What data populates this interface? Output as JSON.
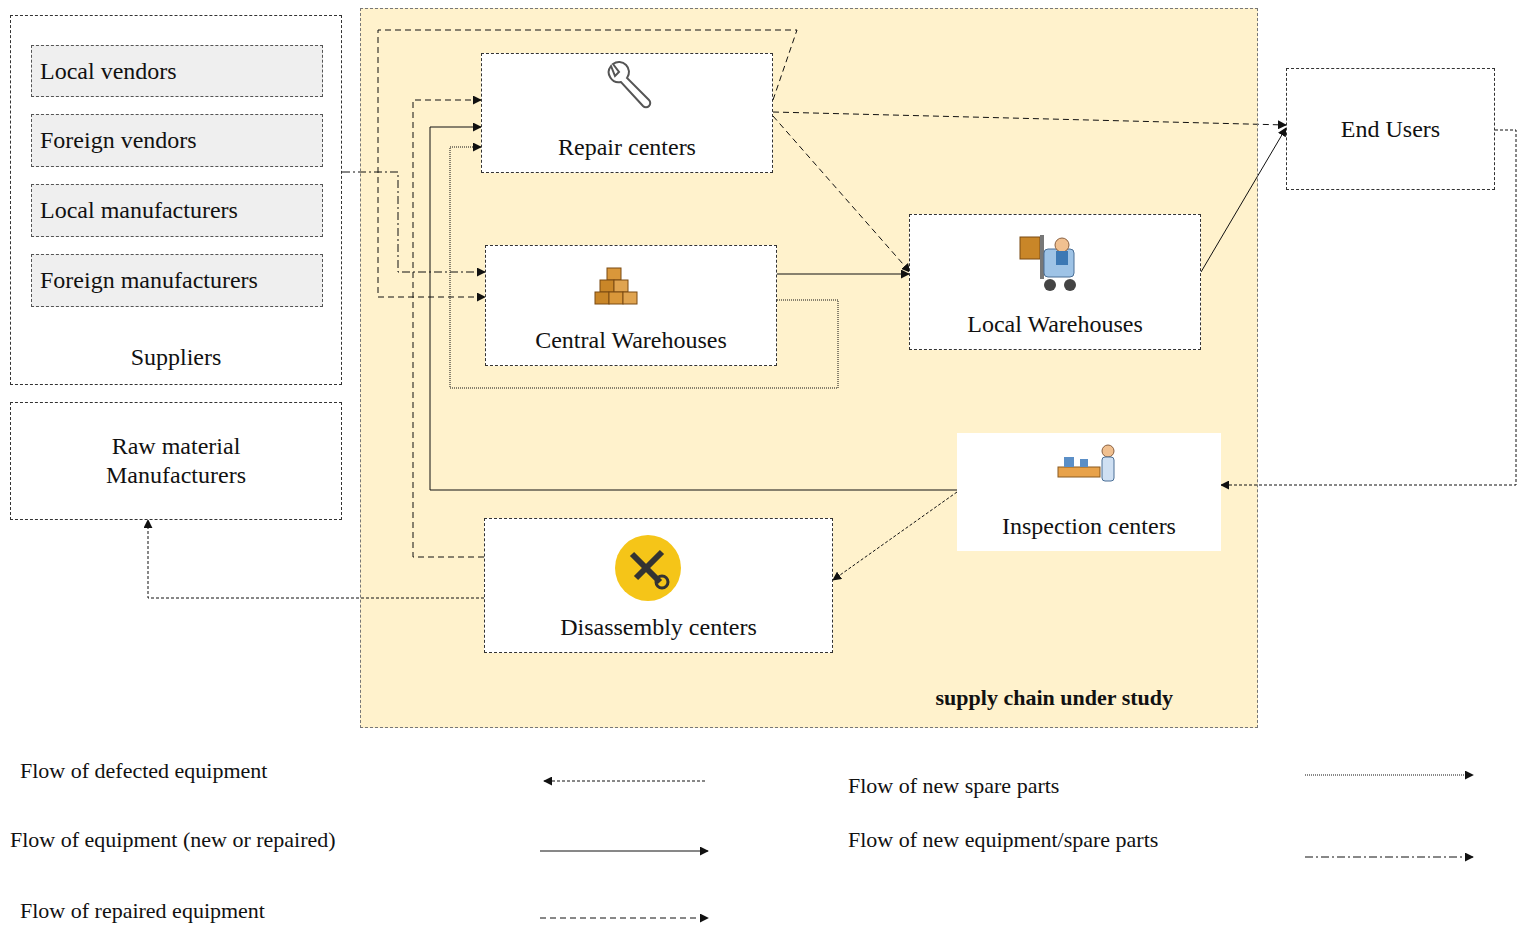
{
  "diagram": {
    "nodes": [
      {
        "text": [
          "Suppliers"
        ]
      },
      {
        "text": [
          "Local vendors"
        ],
        "in": 0
      },
      {
        "text": [
          "Foreign vendors"
        ],
        "in": 0
      },
      {
        "text": [
          "Local manufacturers"
        ],
        "in": 0
      },
      {
        "text": [
          "Foreign manufacturers"
        ],
        "in": 0
      },
      {
        "text": [
          "Raw material Manufacturers"
        ]
      },
      {
        "text": [
          "supply chain under study"
        ]
      },
      {
        "text": [
          "Repair centers"
        ],
        "in": 6
      },
      {
        "text": [
          "Central Warehouses"
        ],
        "in": 6
      },
      {
        "text": [
          "Local Warehouses"
        ],
        "in": 6
      },
      {
        "text": [
          "Inspection centers"
        ],
        "in": 6
      },
      {
        "text": [
          "Disassembly centers"
        ],
        "in": 6
      },
      {
        "text": [
          "End Users"
        ]
      }
    ],
    "edges": [
      {
        "from": 0,
        "to": 8,
        "arrow": "to"
      },
      {
        "from": 7,
        "to": 8,
        "arrow": "to"
      },
      {
        "from": 7,
        "to": 12,
        "arrow": "to"
      },
      {
        "from": 7,
        "to": 9,
        "arrow": "to"
      },
      {
        "from": 8,
        "to": 9,
        "arrow": "to"
      },
      {
        "from": 8,
        "to": 7,
        "arrow": "to"
      },
      {
        "from": 9,
        "to": 12,
        "arrow": "to"
      },
      {
        "from": 10,
        "to": 7,
        "arrow": "to"
      },
      {
        "from": 10,
        "to": 11,
        "arrow": "to"
      },
      {
        "from": 11,
        "to": 7,
        "arrow": "to"
      },
      {
        "from": 11,
        "to": 5,
        "arrow": "to"
      },
      {
        "from": 12,
        "to": 10,
        "arrow": "to"
      }
    ],
    "legend": [
      {
        "text": "Flow of defected equipment"
      },
      {
        "text": "Flow of equipment  (new or repaired)"
      },
      {
        "text": "Flow of repaired equipment"
      },
      {
        "text": "Flow of new spare parts"
      },
      {
        "text": "Flow of new equipment/spare parts"
      }
    ]
  }
}
